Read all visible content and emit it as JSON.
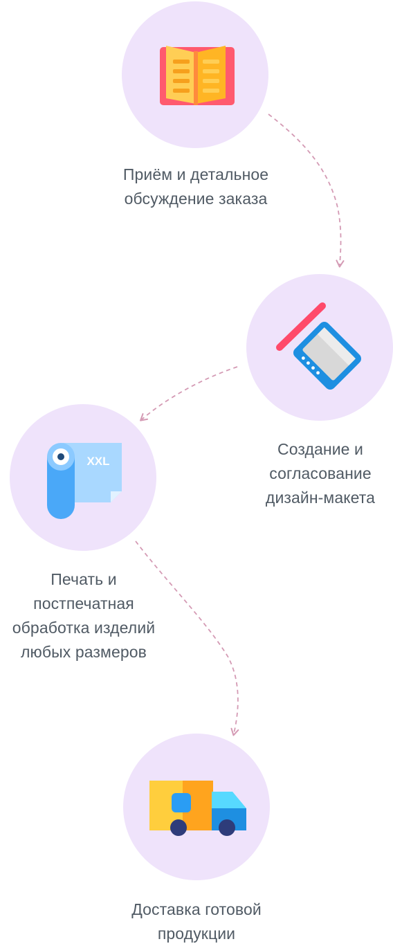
{
  "steps": [
    {
      "id": "order",
      "icon": "open-book-icon",
      "label_lines": [
        "Приём и детальное",
        "обсуждение заказа"
      ]
    },
    {
      "id": "design",
      "icon": "drawing-tablet-icon",
      "label_lines": [
        "Создание и",
        "согласование",
        "дизайн-макета"
      ]
    },
    {
      "id": "print",
      "icon": "print-roll-xxl-icon",
      "icon_text": "XXL",
      "label_lines": [
        "Печать и",
        "постпечатная",
        "обработка изделий",
        "любых размеров"
      ]
    },
    {
      "id": "delivery",
      "icon": "delivery-truck-icon",
      "label_lines": [
        "Доставка готовой",
        "продукции"
      ]
    }
  ],
  "colors": {
    "circle_bg": "#efe3fb",
    "arrow": "#d49ab4",
    "label_text": "#505a64"
  }
}
